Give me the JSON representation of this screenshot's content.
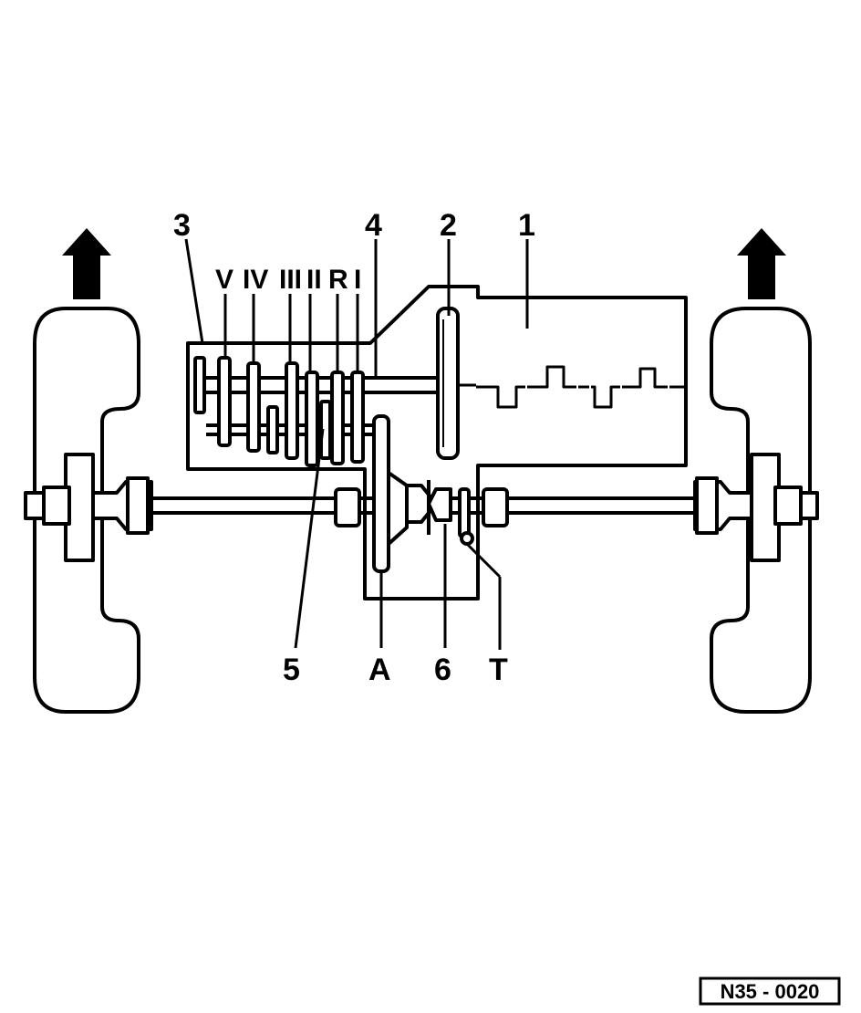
{
  "labels": {
    "n1": "1",
    "n2": "2",
    "n3": "3",
    "n4": "4",
    "n5": "5",
    "n6": "6",
    "a": "A",
    "t": "T"
  },
  "gears": {
    "v": "V",
    "iv": "IV",
    "iii": "III",
    "ii": "II",
    "r": "R",
    "i": "I"
  },
  "reference_code": "N35 - 0020"
}
